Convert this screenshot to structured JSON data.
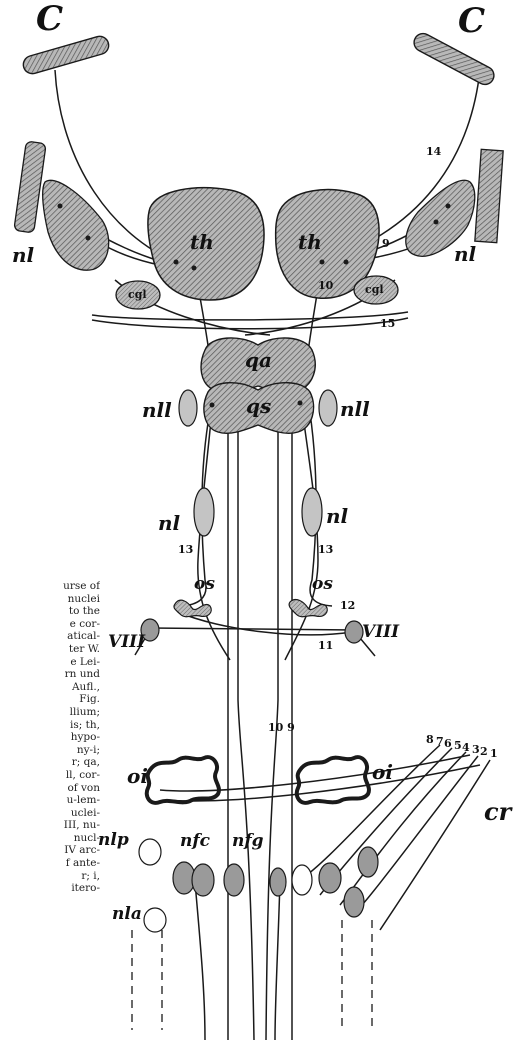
{
  "labels": {
    "c_left": "C",
    "c_right": "C",
    "nl_top_left": "nl",
    "nl_top_right": "nl",
    "th_left": "th",
    "th_right": "th",
    "cgl_left": "cgl",
    "cgl_right": "cgl",
    "qa": "qa",
    "qs": "qs",
    "nll_left": "nll",
    "nll_right": "nll",
    "nl_mid_left": "nl",
    "nl_mid_right": "nl",
    "os_left": "os",
    "os_right": "os",
    "viii_left": "VIII",
    "viii_right": "VIII",
    "oi_left": "oi",
    "oi_right": "oi",
    "cr": "cr",
    "nlp": "nlp",
    "nla": "nla",
    "nfc": "nfc",
    "nfg": "nfg"
  },
  "numbers": {
    "n14": "14",
    "n9": "9",
    "n10": "10",
    "n15": "15",
    "n13_left": "13",
    "n13_right": "13",
    "n12": "12",
    "n11": "11",
    "n10_9": "10 9",
    "n8": "8",
    "n7": "7",
    "n6": "6",
    "n5": "5",
    "n4": "4",
    "n3": "3",
    "n2": "2",
    "n1": "1"
  },
  "caption_lines": [
    "urse of",
    "nuclei",
    "to the",
    "e cor-",
    "atical-",
    "ter W.",
    "e Lei-",
    "rn und",
    "Aufl.,",
    "Fig.",
    "llium;",
    "is; th,",
    "hypo-",
    "ny-i;",
    "r; qa,",
    "ll, cor-",
    "of von",
    "u-lem-",
    "uclei-",
    "III, nu-",
    "nucl-",
    "IV arc-",
    "f ante-",
    "r; i,",
    "itero-"
  ],
  "colors": {
    "fill": "#9a9a9a",
    "fill_light": "#c4c4c4",
    "ink": "#1a1a1a"
  }
}
